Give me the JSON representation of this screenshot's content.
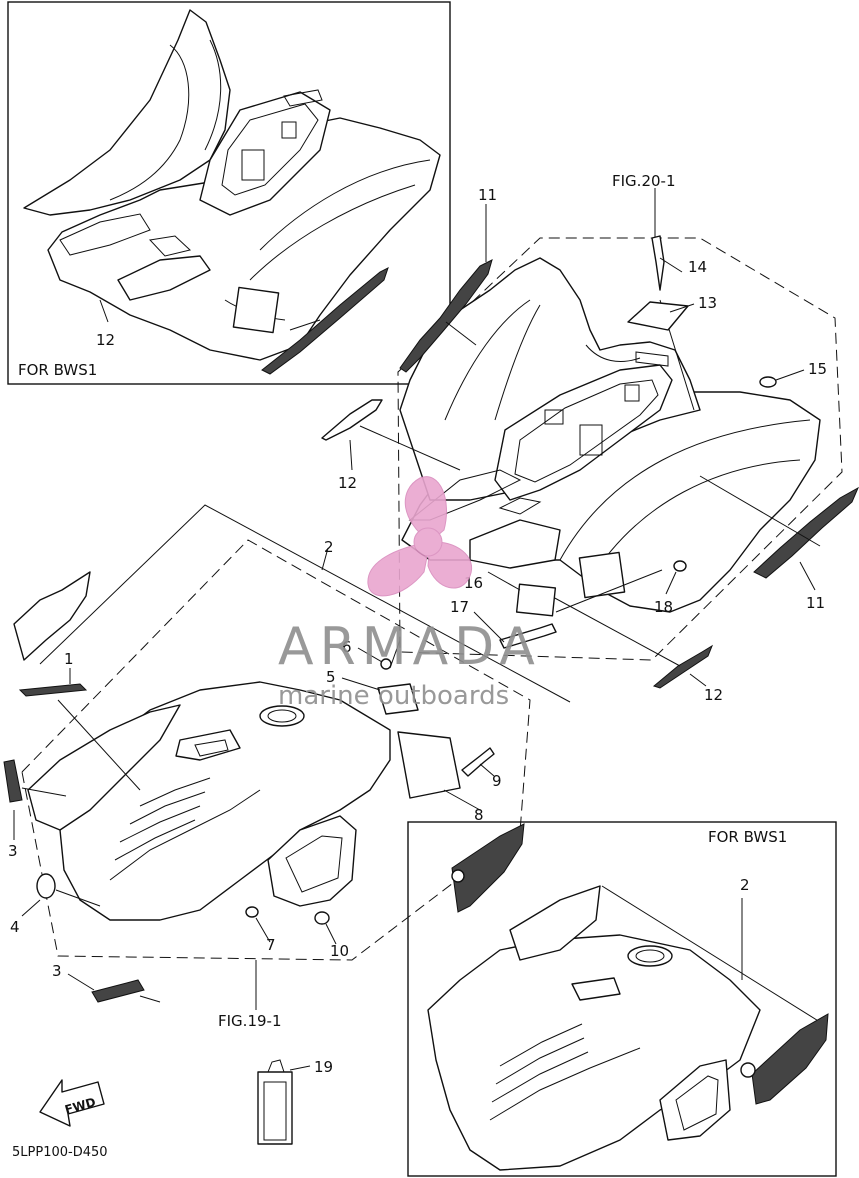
{
  "diagram": {
    "code": "5LPP100-D450",
    "fig_upper": "FIG.20-1",
    "fig_lower": "FIG.19-1",
    "for_bws1_top": "FOR BWS1",
    "for_bws1_bottom": "FOR BWS1",
    "fwd_arrow_label": "FWD",
    "callouts": {
      "c1": "1",
      "c2": "2",
      "c2b": "2",
      "c3a": "3",
      "c3b": "3",
      "c4": "4",
      "c5": "5",
      "c6": "6",
      "c7": "7",
      "c8": "8",
      "c9": "9",
      "c10": "10",
      "c11a": "11",
      "c11b": "11",
      "c12a": "12",
      "c12b": "12",
      "c12c": "12",
      "c13": "13",
      "c14": "14",
      "c15": "15",
      "c16": "16",
      "c17": "17",
      "c18": "18",
      "c19": "19"
    }
  },
  "watermark": {
    "brand": "ARMADA",
    "tagline": "marine outboards",
    "logo_color": "#e9a6cf",
    "text_color": "#8e8e8e"
  },
  "icons": [
    "propeller-logo-icon",
    "fwd-arrow-icon"
  ]
}
